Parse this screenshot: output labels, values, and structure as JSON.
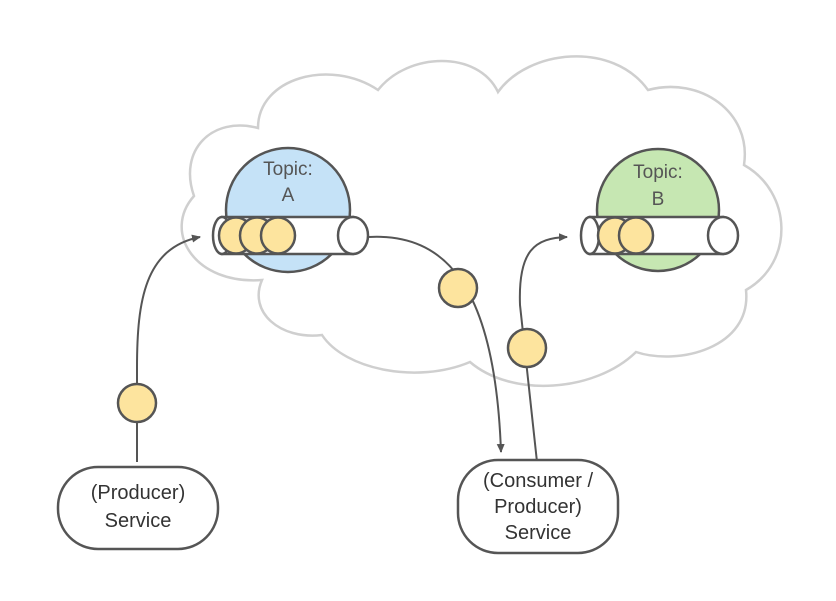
{
  "topics": [
    {
      "line1": "Topic:",
      "line2": "A",
      "fill": "#c5e2f7",
      "messages_in_queue": 3
    },
    {
      "line1": "Topic:",
      "line2": "B",
      "fill": "#c6e7b2",
      "messages_in_queue": 2
    }
  ],
  "services": [
    {
      "lines": [
        "(Producer)",
        "Service"
      ]
    },
    {
      "lines": [
        "(Consumer /",
        "Producer)",
        "Service"
      ]
    }
  ],
  "colors": {
    "cloud_stroke": "#cfcfcf",
    "message": "#fde49e",
    "stroke": "#555555"
  }
}
